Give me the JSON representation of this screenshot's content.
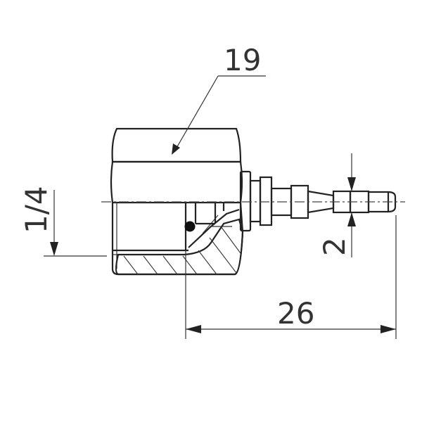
{
  "drawing": {
    "title": "Female swivel hose fitting with O-ring and hose barb",
    "background": "#ffffff",
    "line_color": "#222222",
    "dimensions": {
      "hex_size": {
        "label": "19",
        "meaning": "hex across flats"
      },
      "thread": {
        "label": "1/4",
        "meaning": "thread size"
      },
      "hose_id": {
        "label": "2",
        "meaning": "hose barb diameter"
      },
      "length": {
        "label": "26",
        "meaning": "length from seal face to barb tip"
      }
    },
    "parts": [
      "hex-nut",
      "o-ring",
      "threaded-bore",
      "collar",
      "hose-barb"
    ]
  }
}
